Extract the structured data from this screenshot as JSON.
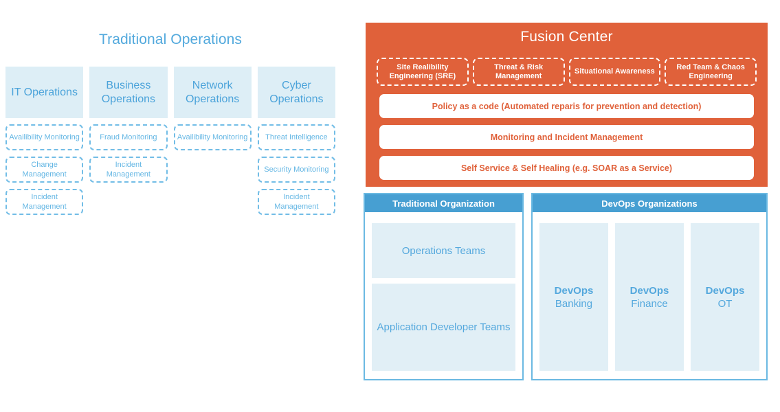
{
  "traditional_operations": {
    "title": "Traditional Operations",
    "columns": [
      {
        "header": "IT Operations",
        "items": [
          "Availibility Monitoring",
          "Change Management",
          "Incident Management"
        ]
      },
      {
        "header": "Business Operations",
        "items": [
          "Fraud Monitoring",
          "Incident Management"
        ]
      },
      {
        "header": "Network Operations",
        "items": [
          "Availibility Monitoring"
        ]
      },
      {
        "header": "Cyber Operations",
        "items": [
          "Threat Intelligence",
          "Security Monitoring",
          "Incident Management"
        ]
      }
    ]
  },
  "fusion_center": {
    "title": "Fusion Center",
    "pills": [
      "Site Realibility Engineering (SRE)",
      "Threat & Risk Management",
      "Situational Awareness",
      "Red Team & Chaos Engineering"
    ],
    "bars": [
      "Policy as a code (Automated reparis for prevention and detection)",
      "Monitoring and Incident Management",
      "Self Service & Self Healing (e.g. SOAR as a Service)"
    ]
  },
  "organizations": {
    "traditional": {
      "header": "Traditional Organization",
      "teams": [
        "Operations Teams",
        "Application Developer Teams"
      ]
    },
    "devops": {
      "header": "DevOps Organizations",
      "columns": [
        {
          "brand": "DevOps",
          "name": "Banking"
        },
        {
          "brand": "DevOps",
          "name": "Finance"
        },
        {
          "brand": "DevOps",
          "name": "OT"
        }
      ]
    }
  },
  "colors": {
    "fusion_orange": "#e0613a",
    "header_blue": "#479fd2",
    "light_blue_fill": "#ddeef6",
    "text_blue": "#4ba3da",
    "dashed_blue": "#72bde6",
    "white": "#ffffff"
  }
}
